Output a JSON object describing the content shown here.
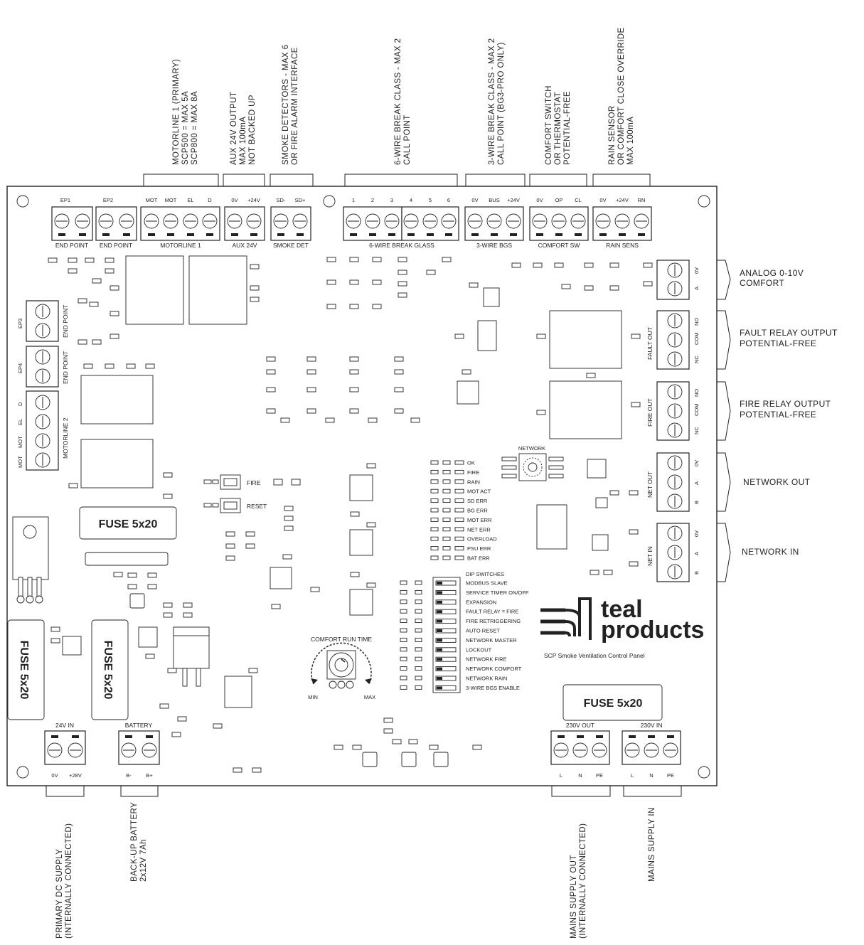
{
  "top_annotations": [
    {
      "lines": [
        "MOTORLINE 1 (PRIMARY)",
        "SCP500 = MAX 5A",
        "SCP800 = MAX 8A"
      ]
    },
    {
      "lines": [
        "AUX 24V OUTPUT",
        "MAX 100mA",
        "NOT BACKED UP"
      ]
    },
    {
      "lines": [
        "SMOKE DETECTORS - MAX 6",
        "OR FIRE ALARM INTERFACE"
      ]
    },
    {
      "lines": [
        "6-WIRE BREAK CLASS - MAX 2",
        "CALL POINT"
      ]
    },
    {
      "lines": [
        "3-WIRE BREAK CLASS - MAX 2",
        "CALL POINT (BG3-PRO ONLY)"
      ]
    },
    {
      "lines": [
        "COMFORT SWITCH",
        "OR THERMOSTAT",
        "POTENTIAL-FREE"
      ]
    },
    {
      "lines": [
        "RAIN SENSOR",
        "OR COMFORT CLOSE OVERRIDE",
        "MAX 100mA"
      ]
    }
  ],
  "top_terminals": {
    "ep1": {
      "pins": [
        "EP1"
      ],
      "label": "END POINT"
    },
    "ep2": {
      "pins": [
        "EP2"
      ],
      "label": "END POINT"
    },
    "motorline1": {
      "pins": [
        "MOT",
        "MOT",
        "EL",
        "D"
      ],
      "label": "MOTORLINE 1"
    },
    "aux24v": {
      "pins": [
        "0V",
        "+24V"
      ],
      "label": "AUX 24V"
    },
    "smokedet": {
      "pins": [
        "SD-",
        "SD+"
      ],
      "label": "SMOKE DET"
    },
    "breakglass": {
      "pins": [
        "1",
        "2",
        "3",
        "4",
        "5",
        "6"
      ],
      "label": "6-WIRE BREAK GLASS"
    },
    "bgs3": {
      "pins": [
        "0V",
        "BUS",
        "+24V"
      ],
      "label": "3-WIRE BGS"
    },
    "comfort": {
      "pins": [
        "0V",
        "OP",
        "CL"
      ],
      "label": "COMFORT SW"
    },
    "rain": {
      "pins": [
        "0V",
        "+24V",
        "RN"
      ],
      "label": "RAIN SENS"
    }
  },
  "left_terminals": {
    "ep3": {
      "pin": "EP3",
      "label": "END POINT"
    },
    "ep4": {
      "pin": "EP4",
      "label": "END POINT"
    },
    "motorline2": {
      "pins": [
        "D",
        "EL",
        "MOT",
        "MOT"
      ],
      "label": "MOTORLINE 2"
    }
  },
  "right_terminals": [
    {
      "board_label": "",
      "pins": [
        "0V",
        "A"
      ],
      "annotation": [
        "ANALOG 0-10V",
        "COMFORT"
      ]
    },
    {
      "board_label": "FAULT OUT",
      "pins": [
        "NO",
        "COM",
        "NC"
      ],
      "annotation": [
        "FAULT RELAY OUTPUT",
        "POTENTIAL-FREE"
      ]
    },
    {
      "board_label": "FIRE OUT",
      "pins": [
        "NO",
        "COM",
        "NC"
      ],
      "annotation": [
        "FIRE RELAY OUTPUT",
        "POTENTIAL-FREE"
      ]
    },
    {
      "board_label": "NET OUT",
      "pins": [
        "0V",
        "A",
        "B"
      ],
      "annotation": [
        "NETWORK OUT"
      ]
    },
    {
      "board_label": "NET IN",
      "pins": [
        "0V",
        "A",
        "B"
      ],
      "annotation": [
        "NETWORK IN"
      ]
    }
  ],
  "leds": [
    "OK",
    "FIRE",
    "RAIN",
    "MOT ACT",
    "SD ERR",
    "BG ERR",
    "MOT ERR",
    "NET ERR",
    "OVERLOAD",
    "PSU ERR",
    "BAT ERR"
  ],
  "network_label": "NETWORK",
  "buttons": {
    "fire": "FIRE",
    "reset": "RESET"
  },
  "dip": {
    "title": "DIP SWITCHES",
    "items": [
      "MODBUS SLAVE",
      "SERVICE TIMER ON/OFF",
      "EXPANSION",
      "FAULT RELAY = FIRE",
      "FIRE RETRIGGERING",
      "AUTO RESET",
      "NETWORK MASTER",
      "LOCKOUT",
      "NETWORK FIRE",
      "NETWORK COMFORT",
      "NETWORK RAIN",
      "3-WIRE BGS ENABLE"
    ]
  },
  "comfort_runtime": {
    "title": "COMFORT RUN TIME",
    "min": "MIN",
    "max": "MAX"
  },
  "fuse_label": "FUSE 5x20",
  "brand": {
    "line1": "teal",
    "line2": "products",
    "tagline": "SCP Smoke Ventilation Control Panel"
  },
  "bottom_terminals": {
    "in24": {
      "title": "24V IN",
      "pins": [
        "0V",
        "+28V"
      ]
    },
    "battery": {
      "title": "BATTERY",
      "pins": [
        "B-",
        "B+"
      ]
    },
    "out230": {
      "title": "230V OUT",
      "pins": [
        "L",
        "N",
        "PE"
      ]
    },
    "in230": {
      "title": "230V IN",
      "pins": [
        "L",
        "N",
        "PE"
      ]
    }
  },
  "bottom_annotations": [
    {
      "lines": [
        "PRIMARY DC SUPPLY",
        "(INTERNALLY CONNECTED)"
      ]
    },
    {
      "lines": [
        "BACK-UP BATTERY",
        "2x12V 7Ah"
      ]
    },
    {
      "lines": [
        "MAINS SUPPLY OUT",
        "(INTERNALLY CONNECTED)"
      ]
    },
    {
      "lines": [
        "MAINS SUPPLY IN"
      ]
    }
  ]
}
